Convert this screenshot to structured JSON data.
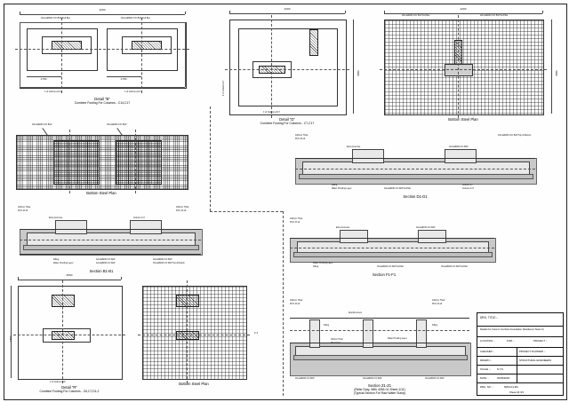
{
  "sheet": {
    "bg_note": "Structural foundation drawing sheet"
  },
  "details": [
    {
      "id": "detail-b",
      "title": "Detail \"B\"",
      "subtitle": "Combine Footing For Columns - C14,C17",
      "dims": [
        "4200",
        "1750",
        "1750",
        "1500",
        "1500"
      ],
      "labels": [
        "20nosØ200 C/C B/W Full Bar",
        "20nosØ200 C/C B/W Full Bar",
        "¢ of Column-C14",
        "¢ of Column-C17"
      ]
    },
    {
      "id": "detail-d",
      "title": "Detail \"D\"",
      "subtitle": "Combine Footing For Columns - C7,C17",
      "dims": [
        "4200",
        "3650"
      ],
      "labels": [
        "¢ of Column-C7",
        "¢ of Column-C17"
      ]
    },
    {
      "id": "bottom-steel-plan-top-right",
      "title": "Bottom Steel Plan",
      "dims": [
        "4200",
        "3650"
      ],
      "labels": [
        "20nosØ200 C/C B/W Full Bar",
        "20nosØ200 C/C B/W Full Bar"
      ]
    },
    {
      "id": "bottom-steel-plan-left",
      "title": "Bottom Steel Plan",
      "labels": [
        "16nosØ200 C/C B/W",
        "16nosØ200 C/C B/W",
        "16nosØ200 C/C B/W Top & Bottom",
        "16nosØ200 C/C B/W Top & Bottom"
      ]
    },
    {
      "id": "detail-r",
      "title": "Detail \"R\"",
      "subtitle": "Combine Footing For Columns - C6,C7,D1,2",
      "dims": [
        "3650",
        "1800"
      ],
      "labels": [
        "¢ of Column-C6",
        "F 2"
      ]
    },
    {
      "id": "bottom-steel-plan-bottom",
      "title": "Bottom Steel Plan",
      "labels": [
        "F 2"
      ]
    }
  ],
  "sections": [
    {
      "id": "section-b1-b1",
      "title": "Section B1-B1",
      "labels": [
        "100mm Thick",
        "PCC M-10",
        "Extra Concrete",
        "Water Proofing Layer",
        "Filling",
        "100mm Thick",
        "PCC M-10",
        "12nosØ200 C/C B/W",
        "12nosØ200 C/C B/W",
        "16nosØ200 C/C B/W",
        "16nosØ200 C/C B/W Top & Bottom",
        "16nosØ200 C/C B/W Top & Bottom",
        "Column-C17"
      ]
    },
    {
      "id": "section-d1-d1",
      "title": "Section D1-D1",
      "labels": [
        "100mm Thick",
        "PCC M-10",
        "Extra Concrete",
        "Water Proofing Layer",
        "Filling",
        "16nosØ200 C/C B/W",
        "16nosØ200 C/C B/W Top & Bottom",
        "16nosØ200 C/C B/W Full Bar",
        "Column-C7",
        "Column-C17"
      ]
    },
    {
      "id": "section-f1-f1",
      "title": "Section F1-F1",
      "labels": [
        "100mm Thick",
        "PCC M-10",
        "Extra Concrete",
        "Water Proofing Layer",
        "Filling",
        "16nosØ150 C/C B/W",
        "16nosØ200 C/C B/W Full Bar",
        "16nosØ200 C/C B/W Full Bar",
        "16nosØ200 C/C B/W Top & Bottom"
      ]
    },
    {
      "id": "section-z1-z1",
      "title": "Section Z1-Z1",
      "subtitle": "(Refer Dwg. With 4054-01 Sheet-1/11)",
      "note": "(Typical Section For Raw Water Sump)",
      "labels": [
        "100mm Thick",
        "PCC M-10",
        "150mm Thick",
        "PCC M-10",
        "Reinforcement",
        "Water Proofing Layer",
        "Filling",
        "Filling",
        "100mm Thick",
        "PCC M-10",
        "16nosØ200 C/C B/W",
        "16nosØ200 C/C B/W",
        "16nosØ200 C/C B/W"
      ]
    }
  ],
  "title_block": {
    "drw_title_label": "DRG. TITLE :-",
    "drw_title_value": "Details For Column Combine Foundation (Residence Tower-II)",
    "location_label": "LOCATION :-",
    "for_label": "FOR :-",
    "project_label": "PROJECT :-",
    "rows": [
      {
        "left_label": "CHECKED :-",
        "left_value": "",
        "right_label": "PROJECT PLANNER :-",
        "right_value": ""
      },
      {
        "left_label": "DRAWN :-",
        "left_value": "N.T.S.",
        "right_label": "STRUCTURAL  ENGINEERS",
        "right_value": ""
      },
      {
        "left_label": "SCALE :-",
        "left_value": "N.T.S.",
        "right_label": "",
        "right_value": ""
      },
      {
        "left_label": "DATE :-",
        "left_value": "03/05/2003",
        "right_label": "",
        "right_value": ""
      },
      {
        "left_label": "DRG. NO. :-",
        "left_value": "6054-01-B4",
        "right_label": "",
        "right_value": ""
      },
      {
        "left_label": "",
        "left_value": "Sheet-02 /15",
        "right_label": "",
        "right_value": ""
      }
    ]
  }
}
